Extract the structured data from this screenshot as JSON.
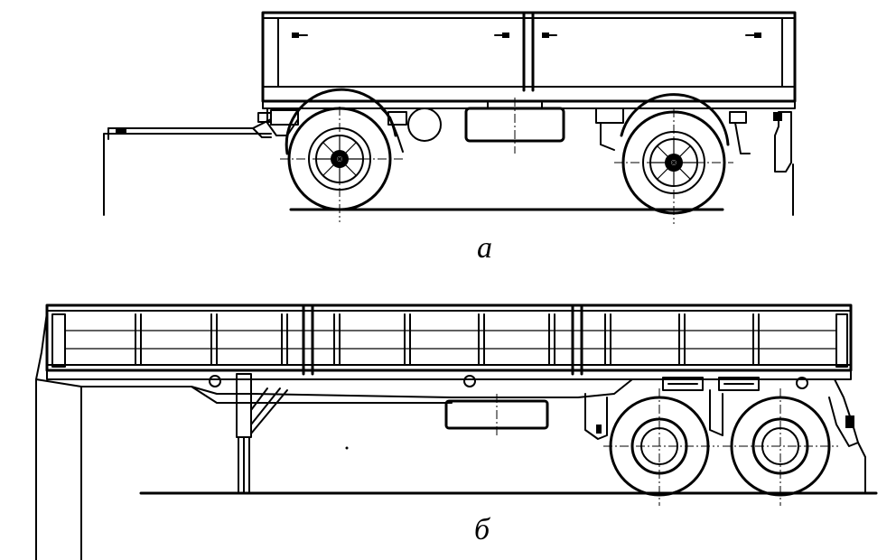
{
  "figure": {
    "views": [
      {
        "id": "trailer",
        "label": "a"
      },
      {
        "id": "semitrailer",
        "label": "б"
      }
    ]
  },
  "colors": {
    "ink": "#000000",
    "paper": "#ffffff"
  }
}
